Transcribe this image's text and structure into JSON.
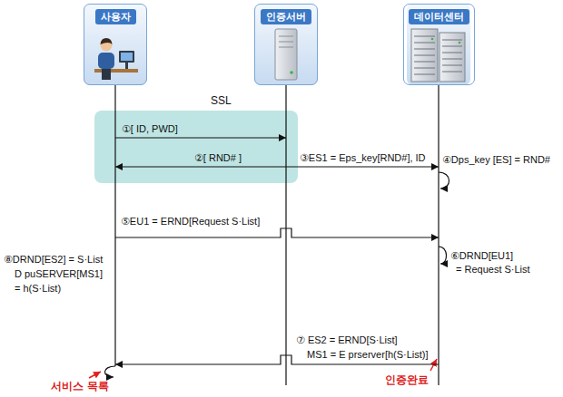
{
  "diagram": {
    "nodes": [
      {
        "text": [
          "사용자"
        ]
      },
      {
        "text": [
          "인증서버"
        ]
      },
      {
        "text": [
          "데이터센터"
        ]
      }
    ],
    "edges": [
      {
        "from": 0,
        "to": 1,
        "label": "①[ ID, PWD]",
        "arrow": "to"
      },
      {
        "from": 1,
        "to": 0,
        "label": "②[ RND# ]",
        "arrow": "to"
      },
      {
        "from": 1,
        "to": 2,
        "label": "③ES1 = Eps_key[RND#], ID",
        "arrow": "to"
      },
      {
        "from": 0,
        "to": 2,
        "label": "⑤EU1 = ERND[Request S·List]",
        "arrow": "to"
      },
      {
        "from": 2,
        "to": 0,
        "label": "⑦ ES2 = ERND[S·List]",
        "arrow": "to"
      }
    ],
    "labels": [
      "SSL",
      "④Dps_key [ES] = RND#",
      "⑥DRND[EU1]",
      "= Request S·List",
      "MS1 = E prserver[h(S·List)]",
      "⑧DRND[ES2] = S·List",
      "D puSERVER[MS1]",
      "= h(S·List)",
      "인증완료",
      "서비스 목록"
    ]
  }
}
